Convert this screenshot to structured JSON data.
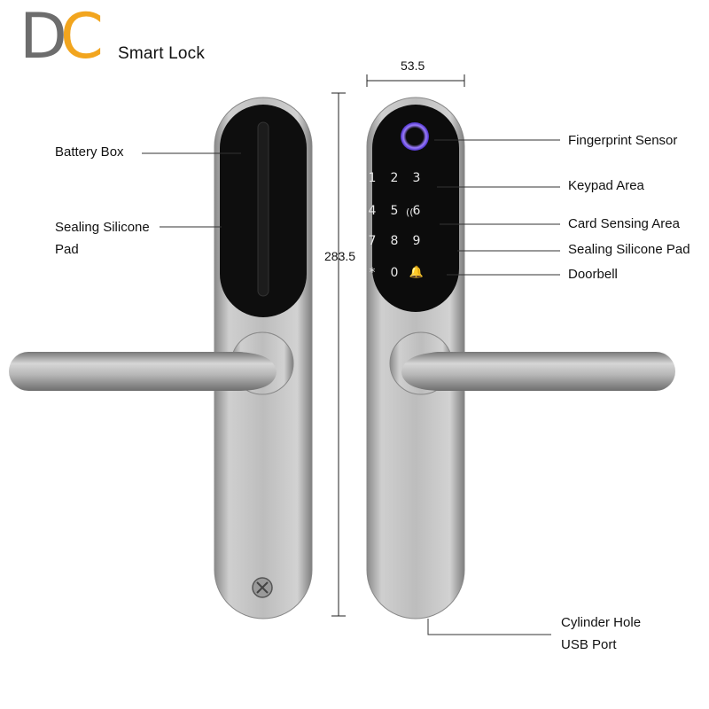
{
  "brand": {
    "logo_d": "D",
    "logo_c": "C",
    "name": "Smart  Lock"
  },
  "colors": {
    "logo_gray": "#6d6d6d",
    "logo_orange": "#f2a51e",
    "steel": "#b9b9b9",
    "panel": "#111111",
    "ring": "#7c5cff"
  },
  "dimensions": {
    "width": "53.5",
    "height": "283.5"
  },
  "labels_left": {
    "battery_box": "Battery Box",
    "sealing_pad": "Sealing Silicone Pad"
  },
  "labels_right": {
    "fingerprint": "Fingerprint Sensor",
    "keypad": "Keypad Area",
    "card": "Card Sensing Area",
    "sealing": "Sealing Silicone  Pad",
    "doorbell": "Doorbell",
    "cylinder": "Cylinder Hole",
    "usb": "USB Port"
  },
  "keypad": {
    "k1": "1",
    "k2": "2",
    "k3": "3",
    "k4": "4",
    "k5": "5",
    "k6": "6",
    "k7": "7",
    "k8": "8",
    "k9": "9",
    "kstar": "*",
    "k0": "0"
  }
}
